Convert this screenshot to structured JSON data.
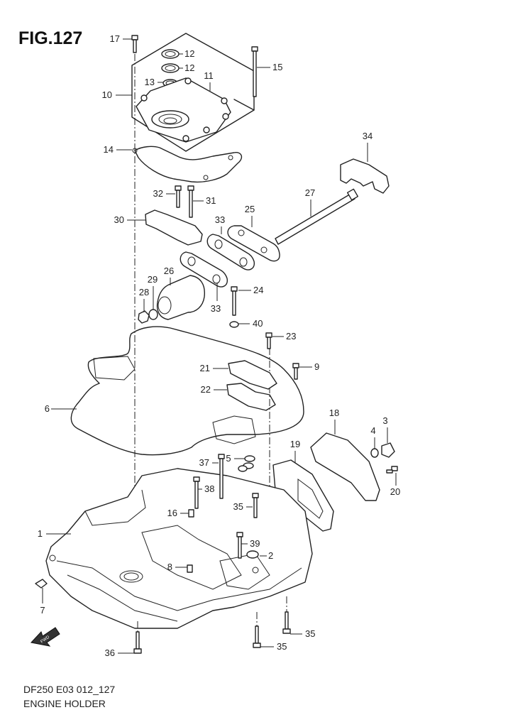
{
  "figure": {
    "title": "FIG.127",
    "code": "DF250 E03 012_127",
    "name": "ENGINE HOLDER",
    "fwd_label": "FWD"
  },
  "callouts": [
    {
      "ref": "1"
    },
    {
      "ref": "2"
    },
    {
      "ref": "3"
    },
    {
      "ref": "4"
    },
    {
      "ref": "5"
    },
    {
      "ref": "6"
    },
    {
      "ref": "7"
    },
    {
      "ref": "8"
    },
    {
      "ref": "9"
    },
    {
      "ref": "10"
    },
    {
      "ref": "11"
    },
    {
      "ref": "12"
    },
    {
      "ref": "12"
    },
    {
      "ref": "13"
    },
    {
      "ref": "14"
    },
    {
      "ref": "15"
    },
    {
      "ref": "16"
    },
    {
      "ref": "17"
    },
    {
      "ref": "18"
    },
    {
      "ref": "19"
    },
    {
      "ref": "20"
    },
    {
      "ref": "21"
    },
    {
      "ref": "22"
    },
    {
      "ref": "23"
    },
    {
      "ref": "24"
    },
    {
      "ref": "25"
    },
    {
      "ref": "26"
    },
    {
      "ref": "27"
    },
    {
      "ref": "28"
    },
    {
      "ref": "29"
    },
    {
      "ref": "30"
    },
    {
      "ref": "31"
    },
    {
      "ref": "32"
    },
    {
      "ref": "33"
    },
    {
      "ref": "33"
    },
    {
      "ref": "34"
    },
    {
      "ref": "35"
    },
    {
      "ref": "35"
    },
    {
      "ref": "35"
    },
    {
      "ref": "36"
    },
    {
      "ref": "37"
    },
    {
      "ref": "38"
    },
    {
      "ref": "39"
    },
    {
      "ref": "40"
    }
  ]
}
